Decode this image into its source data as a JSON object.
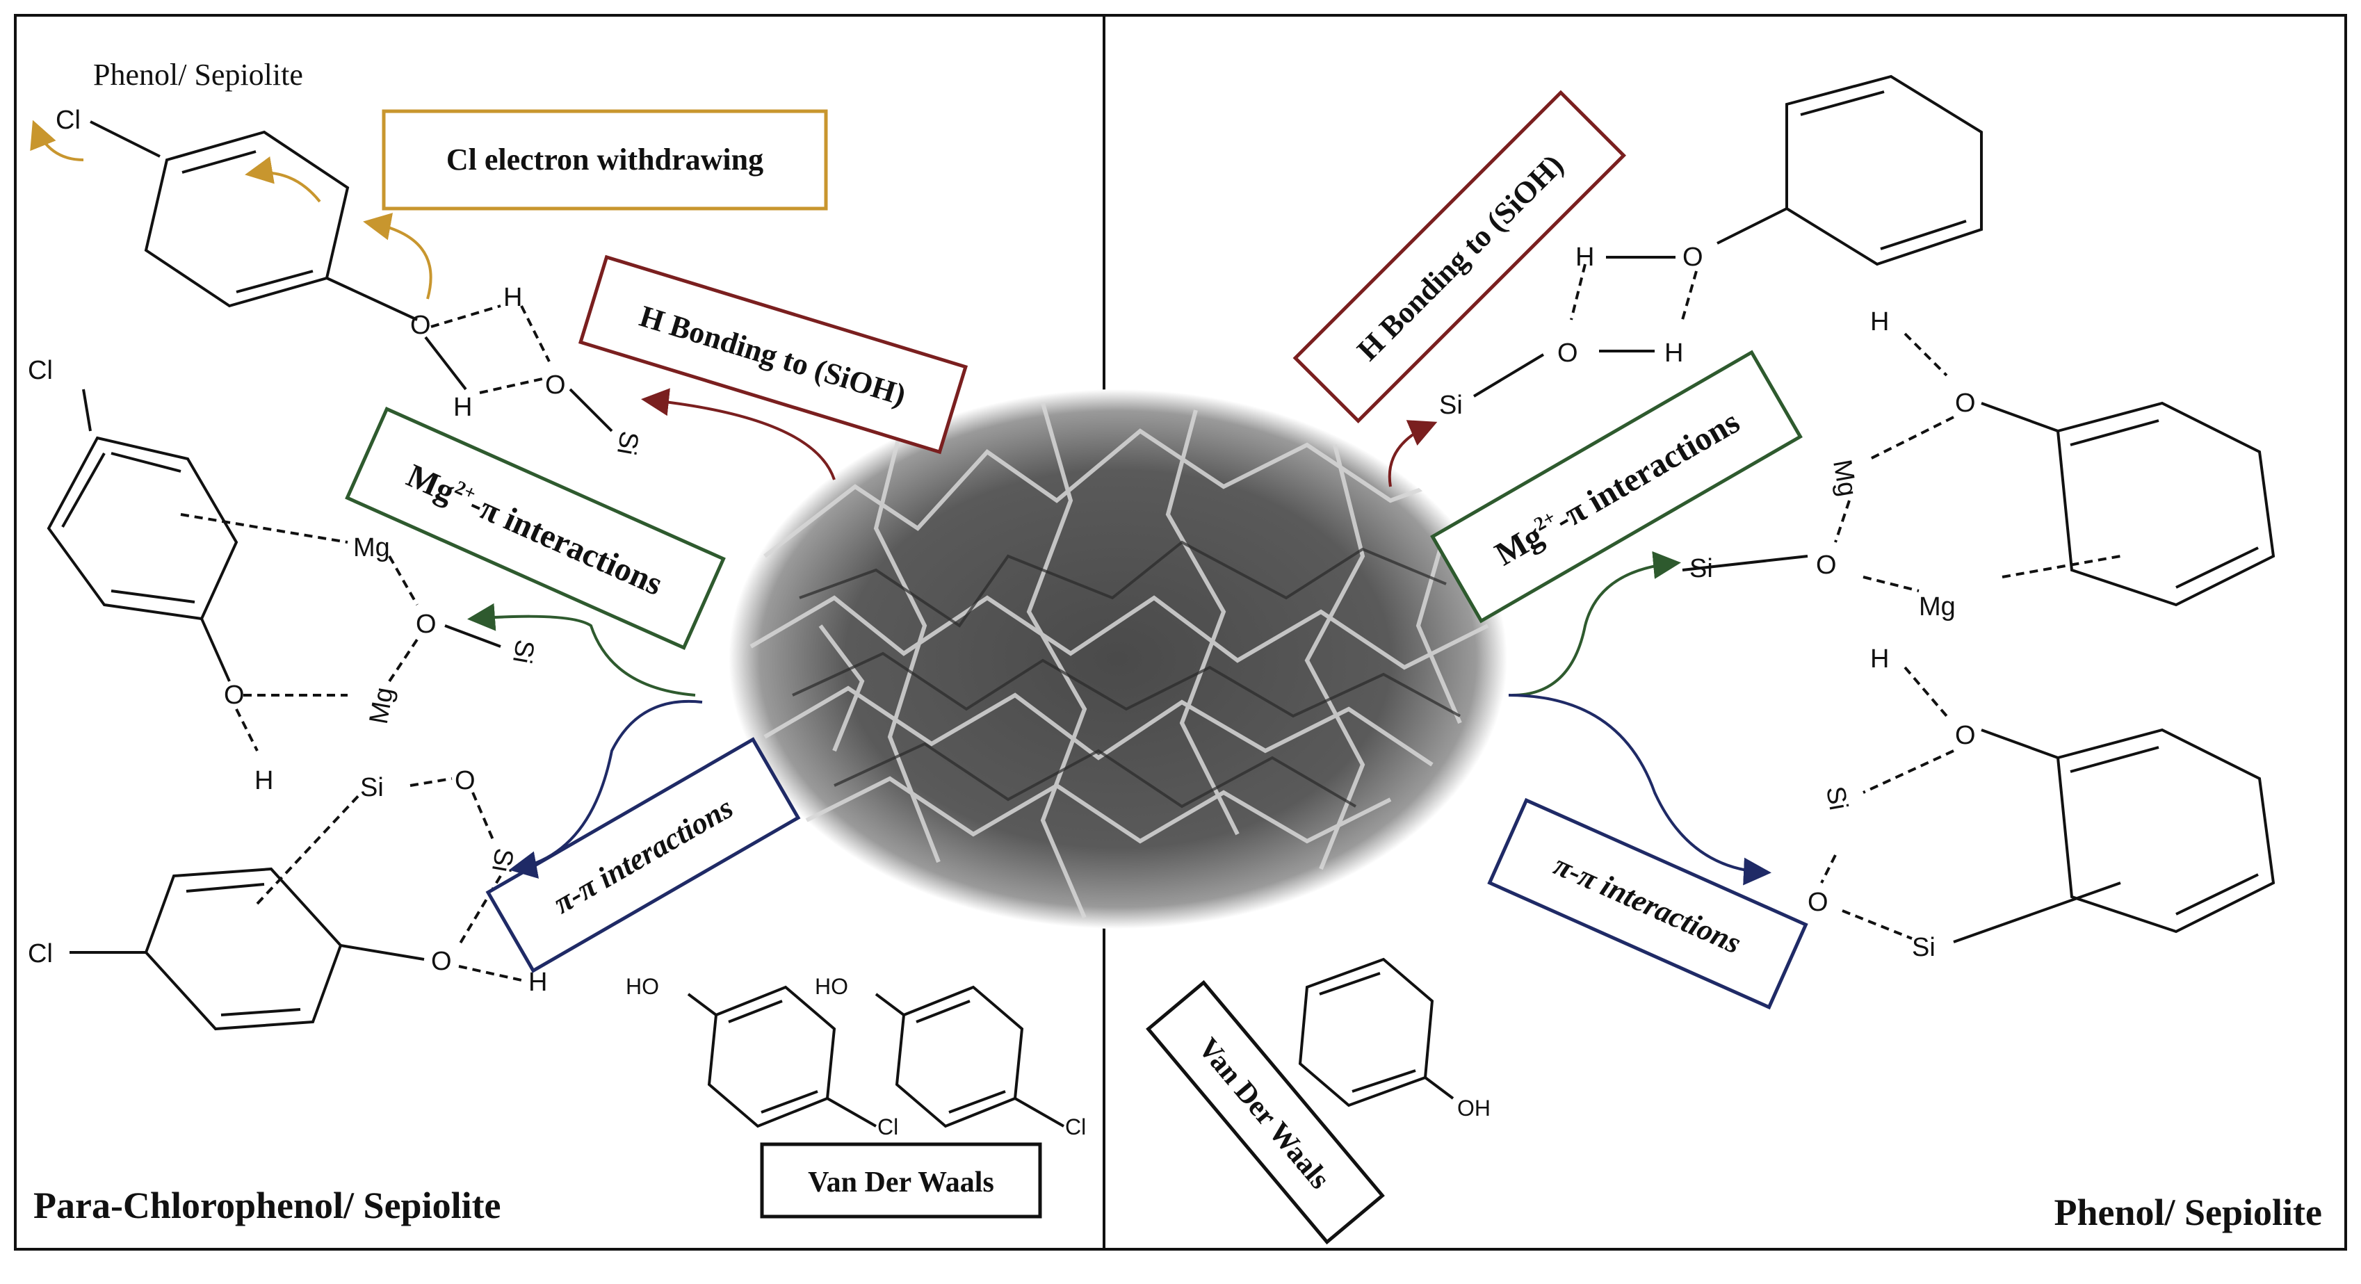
{
  "panels": {
    "left_title": "Para-Chlorophenol/ Sepiolite",
    "right_title": "Phenol/ Sepiolite",
    "top_left_caption": "Phenol/ Sepiolite"
  },
  "boxes": {
    "cl_withdrawing": "Cl electron withdrawing",
    "h_bond_left": "H Bonding to (SiOH)",
    "h_bond_right": "H Bonding to (SiOH)",
    "mg_pi_left_main": "Mg",
    "mg_pi_left_sup": "2+",
    "mg_pi_left_rest": "-π interactions",
    "mg_pi_right_main": "Mg",
    "mg_pi_right_sup": "2+",
    "mg_pi_right_rest": "-π interactions",
    "pi_pi_left": "π-π interactions",
    "pi_pi_right": "π-π interactions",
    "vdw_left": "Van Der Waals",
    "vdw_right": "Van Der Waals"
  },
  "atoms": {
    "cl": "Cl",
    "h": "H",
    "o": "O",
    "mg": "Mg",
    "si": "Si",
    "ho": "HO",
    "oh": "OH"
  },
  "colors": {
    "cl_box": "#c8962e",
    "h_bond": "#7a1f1f",
    "mg_pi": "#2e5a2e",
    "pi_pi": "#1f2a66",
    "vdw": "#111111"
  }
}
